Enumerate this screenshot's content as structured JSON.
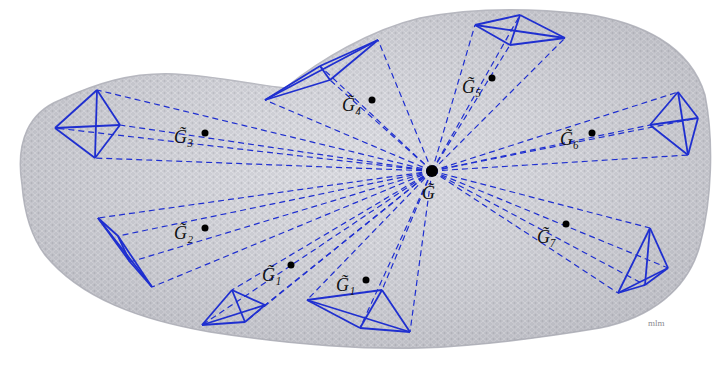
{
  "diagram": {
    "labels": [
      "G̃₃",
      "G̃₄",
      "G̃₅",
      "G̃₆",
      "G̃₂",
      "G̃₁",
      "G̃₁",
      "G̃₇",
      "G̃",
      "mlm"
    ]
  }
}
